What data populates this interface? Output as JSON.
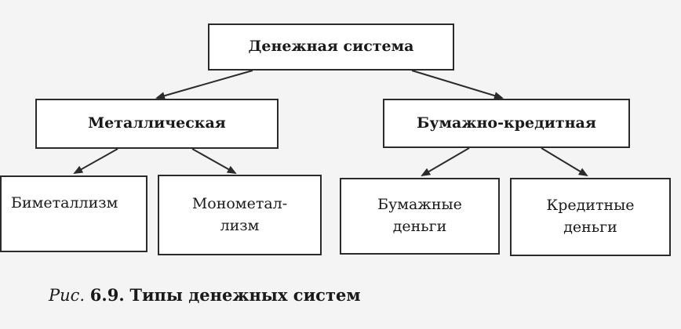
{
  "diagram": {
    "root": {
      "label": "Денежная система"
    },
    "metallic": {
      "label": "Металлическая"
    },
    "paper_credit": {
      "label": "Бумажно-кредитная"
    },
    "bimetallism": {
      "label": "Биметаллизм"
    },
    "monometallism": {
      "line1": "Монометал-",
      "line2": "лизм"
    },
    "paper_money": {
      "line1": "Бумажные",
      "line2": "деньги"
    },
    "credit_money": {
      "line1": "Кредитные",
      "line2": "деньги"
    }
  },
  "caption": {
    "prefix": "Рис.",
    "number": "6.9.",
    "title": "Типы денежных систем"
  },
  "colors": {
    "background": "#f4f4f4",
    "box_fill": "#ffffff",
    "stroke": "#2b2b2b"
  }
}
